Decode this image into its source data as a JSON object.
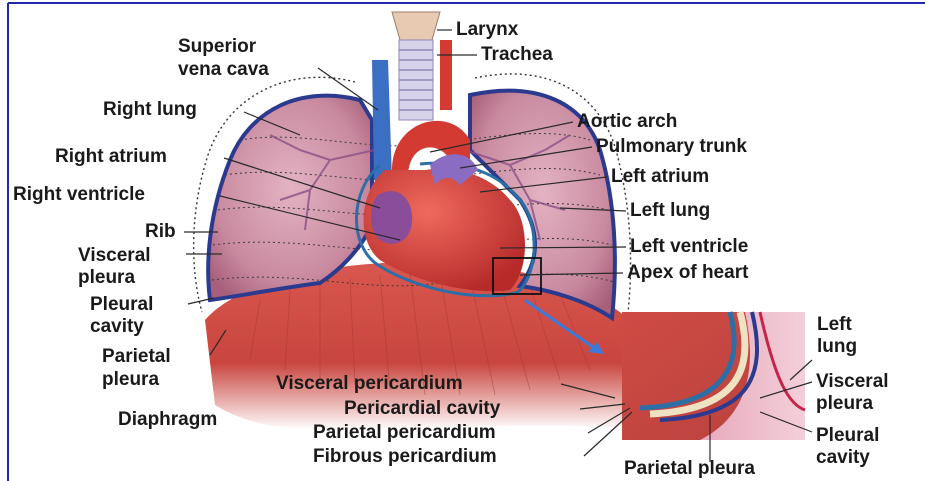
{
  "colors": {
    "frame_border": "#1f2aa6",
    "lung": "#c98aa0",
    "heart": "#cf3b36",
    "diaphragm": "#c9453f",
    "pleura": "#2b3a8e",
    "pericardium": "#e9d9b8"
  },
  "labels_left": {
    "superior_vena_cava_1": "Superior",
    "superior_vena_cava_2": "vena cava",
    "right_lung": "Right lung",
    "right_atrium": "Right atrium",
    "right_ventricle": "Right ventricle",
    "rib": "Rib",
    "visceral_pleura_1": "Visceral",
    "visceral_pleura_2": "pleura",
    "pleural_cavity_1": "Pleural",
    "pleural_cavity_2": "cavity",
    "parietal_pleura_1": "Parietal",
    "parietal_pleura_2": "pleura",
    "diaphragm": "Diaphragm"
  },
  "labels_top": {
    "larynx": "Larynx",
    "trachea": "Trachea"
  },
  "labels_right": {
    "aortic_arch": "Aortic arch",
    "pulmonary_trunk": "Pulmonary trunk",
    "left_atrium": "Left atrium",
    "left_lung": "Left lung",
    "left_ventricle": "Left ventricle",
    "apex_of_heart": "Apex of heart"
  },
  "labels_inset": {
    "left_lung_1": "Left",
    "left_lung_2": "lung",
    "visceral_pleura_1": "Visceral",
    "visceral_pleura_2": "pleura",
    "pleural_cavity_1": "Pleural",
    "pleural_cavity_2": "cavity",
    "parietal_pleura": "Parietal pleura"
  },
  "labels_bottom": {
    "visceral_pericardium": "Visceral pericardium",
    "pericardial_cavity": "Pericardial cavity",
    "parietal_pericardium": "Parietal pericardium",
    "fibrous_pericardium": "Fibrous pericardium"
  }
}
